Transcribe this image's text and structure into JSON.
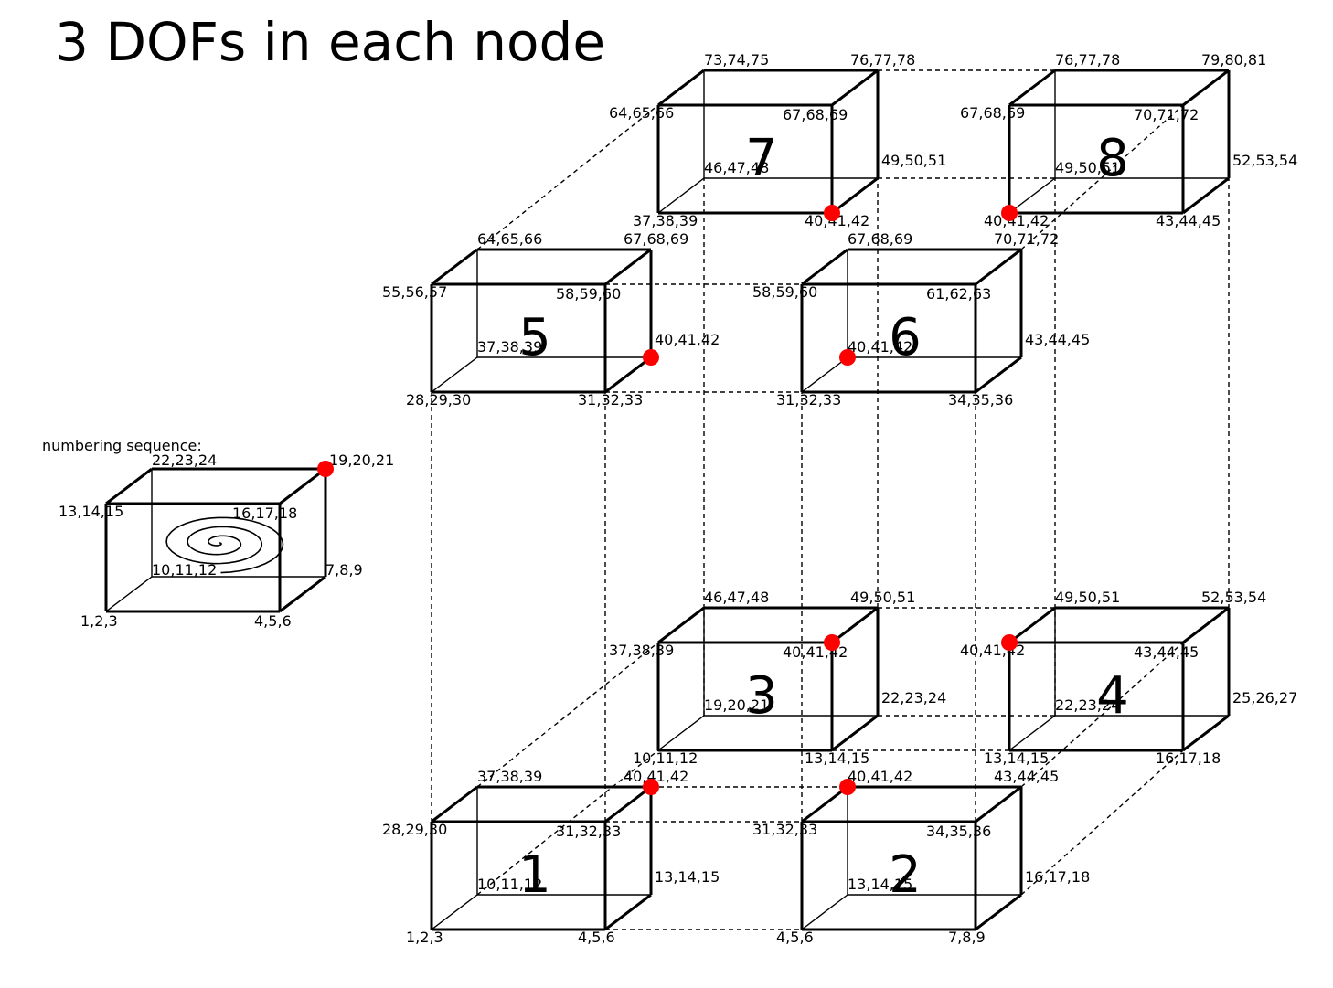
{
  "title": "3 DOFs in each node",
  "legend": {
    "caption": "numbering sequence:",
    "labels": {
      "v0": "1,2,3",
      "v1": "4,5,6",
      "v2": "7,8,9",
      "v3": "10,11,12",
      "v4": "13,14,15",
      "v5": "16,17,18",
      "v6": "19,20,21",
      "v7": "22,23,24"
    }
  },
  "colors": {
    "stroke": "#000000",
    "marker": "#ff0000"
  },
  "elements": [
    {
      "number": "1",
      "labels": {
        "v0": "1,2,3",
        "v1": "4,5,6",
        "v2": "13,14,15",
        "v3": "10,11,12",
        "v4": "28,29,30",
        "v5": "31,32,33",
        "v6": "40,41,42",
        "v7": "37,38,39"
      }
    },
    {
      "number": "2",
      "labels": {
        "v0": "4,5,6",
        "v1": "7,8,9",
        "v2": "16,17,18",
        "v3": "13,14,15",
        "v4": "31,32,33",
        "v5": "34,35,36",
        "v6": "43,44,45",
        "v7": "40,41,42"
      }
    },
    {
      "number": "3",
      "labels": {
        "v0": "10,11,12",
        "v1": "13,14,15",
        "v2": "22,23,24",
        "v3": "19,20,21",
        "v4": "37,38,39",
        "v5": "40,41,42",
        "v6": "49,50,51",
        "v7": "46,47,48"
      }
    },
    {
      "number": "4",
      "labels": {
        "v0": "13,14,15",
        "v1": "16,17,18",
        "v2": "25,26,27",
        "v3": "22,23,24",
        "v4": "40,41,42",
        "v5": "43,44,45",
        "v6": "52,53,54",
        "v7": "49,50,51"
      }
    },
    {
      "number": "5",
      "labels": {
        "v0": "28,29,30",
        "v1": "31,32,33",
        "v2": "40,41,42",
        "v3": "37,38,39",
        "v4": "55,56,57",
        "v5": "58,59,60",
        "v6": "67,68,69",
        "v7": "64,65,66"
      }
    },
    {
      "number": "6",
      "labels": {
        "v0": "31,32,33",
        "v1": "34,35,36",
        "v2": "43,44,45",
        "v3": "40,41,42",
        "v4": "58,59,60",
        "v5": "61,62,63",
        "v6": "70,71,72",
        "v7": "67,68,69"
      }
    },
    {
      "number": "7",
      "labels": {
        "v0": "37,38,39",
        "v1": "40,41,42",
        "v2": "49,50,51",
        "v3": "46,47,48",
        "v4": "64,65,66",
        "v5": "67,68,69",
        "v6": "76,77,78",
        "v7": "73,74,75"
      }
    },
    {
      "number": "8",
      "labels": {
        "v0": "40,41,42",
        "v1": "43,44,45",
        "v2": "52,53,54",
        "v3": "49,50,51",
        "v4": "67,68,69",
        "v5": "70,71,72",
        "v6": "79,80,81",
        "v7": "76,77,78"
      }
    }
  ]
}
